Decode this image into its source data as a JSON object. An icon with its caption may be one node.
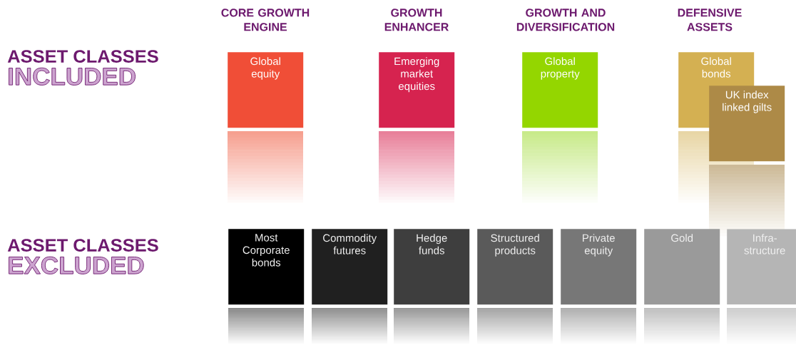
{
  "diagram": {
    "nodes": [
      {
        "text": [
          "Global equity"
        ]
      },
      {
        "text": [
          "Emerging market equities"
        ]
      },
      {
        "text": [
          "Global property"
        ]
      },
      {
        "text": [
          "Global bonds"
        ]
      },
      {
        "text": [
          "UK index linked gilts"
        ]
      },
      {
        "text": [
          "Most Corporate bonds"
        ]
      },
      {
        "text": [
          "Commodity futures"
        ]
      },
      {
        "text": [
          "Hedge funds"
        ]
      },
      {
        "text": [
          "Structured products"
        ]
      },
      {
        "text": [
          "Private equity"
        ]
      },
      {
        "text": [
          "Gold"
        ]
      },
      {
        "text": [
          "Infra-structure"
        ]
      }
    ],
    "labels": [
      "CORE GROWTH ENGINE",
      "GROWTH ENHANCER",
      "GROWTH AND DIVERSIFICATION",
      "DEFENSIVE ASSETS",
      "ASSET CLASSES",
      "INCLUDED",
      "ASSET CLASSES",
      "EXCLUDED"
    ]
  }
}
